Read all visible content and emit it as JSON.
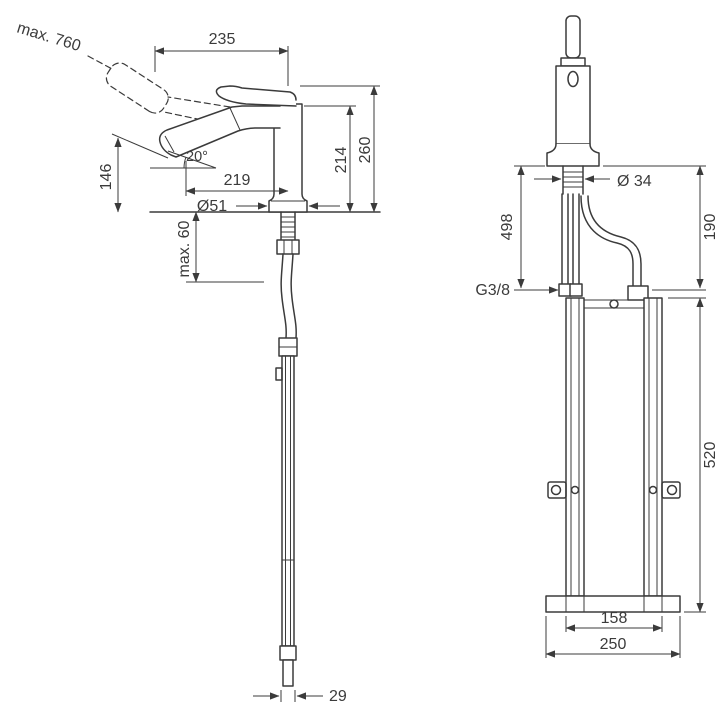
{
  "page": {
    "background": "#ffffff"
  },
  "colors": {
    "line": "#3b3b3b"
  },
  "drawing": {
    "type": "technical-dimension-drawing",
    "views": {
      "side": {
        "label": "side-view-pullout-spray",
        "dims": {
          "max_hose_height": "max. 760",
          "spout_reach_overall": "235",
          "spout_height": "214",
          "overall_height": "260",
          "outlet_height": "146",
          "spray_angle": "20°",
          "reach_to_spray_face": "219",
          "base_diameter": "Ø51",
          "max_deck_thickness": "max. 60",
          "hose_end_diameter": "29"
        }
      },
      "front": {
        "label": "front-view-with-mounting-box",
        "dims": {
          "shank_diameter": "Ø 34",
          "hose_length_below": "498",
          "clearance_height": "190",
          "supply_thread": "G3/8",
          "box_height": "520",
          "box_width_inner": "158",
          "box_base_width": "250"
        }
      }
    }
  }
}
